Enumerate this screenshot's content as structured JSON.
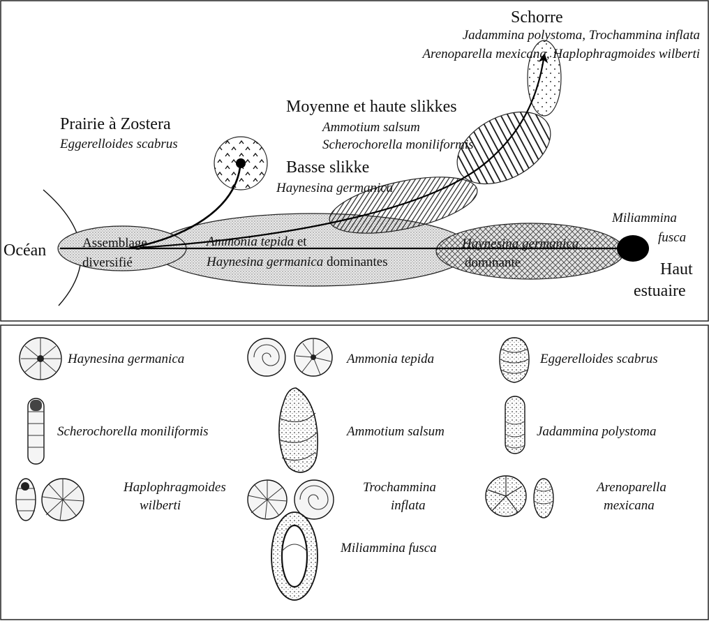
{
  "diagram": {
    "zones": {
      "schorre": {
        "title": "Schorre",
        "species_line1": "Jadammina polystoma, Trochammina inflata",
        "species_line2": "Arenoparella mexicana, Haplophragmoides wilberti"
      },
      "moyenne_haute": {
        "title": "Moyenne et haute slikkes",
        "species_line1": "Ammotium salsum",
        "species_line2": "Scherochorella moniliformis"
      },
      "prairie": {
        "title": "Prairie à Zostera",
        "species": "Eggerelloides scabrus"
      },
      "basse": {
        "title": "Basse slikke",
        "species": "Haynesina germanica"
      },
      "ocean": {
        "label": "Océan"
      },
      "assemblage": {
        "line1": "Assemblage",
        "line2": "diversifié"
      },
      "dominantes": {
        "line1a": "Ammonia tepida",
        "line1b": " et",
        "line2a": "Haynesina germanica",
        "line2b": " dominantes"
      },
      "dominante": {
        "line1": "Haynesina germanica",
        "line2": "dominante"
      },
      "miliammina": {
        "line1": "Miliammina",
        "line2": "fusca"
      },
      "haut_estuaire": {
        "line1": "Haut",
        "line2": "estuaire"
      }
    },
    "legend": {
      "haynesina": "Haynesina germanica",
      "ammonia": "Ammonia tepida",
      "eggerelloides": "Eggerelloides scabrus",
      "scherochorella": "Scherochorella moniliformis",
      "ammotium": "Ammotium salsum",
      "jadammina": "Jadammina polystoma",
      "haplophragmoides_1": "Haplophragmoides",
      "haplophragmoides_2": "wilberti",
      "trochammina_1": "Trochammina",
      "trochammina_2": "inflata",
      "arenoparella_1": "Arenoparella",
      "arenoparella_2": "mexicana",
      "miliammina": "Miliammina fusca"
    }
  }
}
